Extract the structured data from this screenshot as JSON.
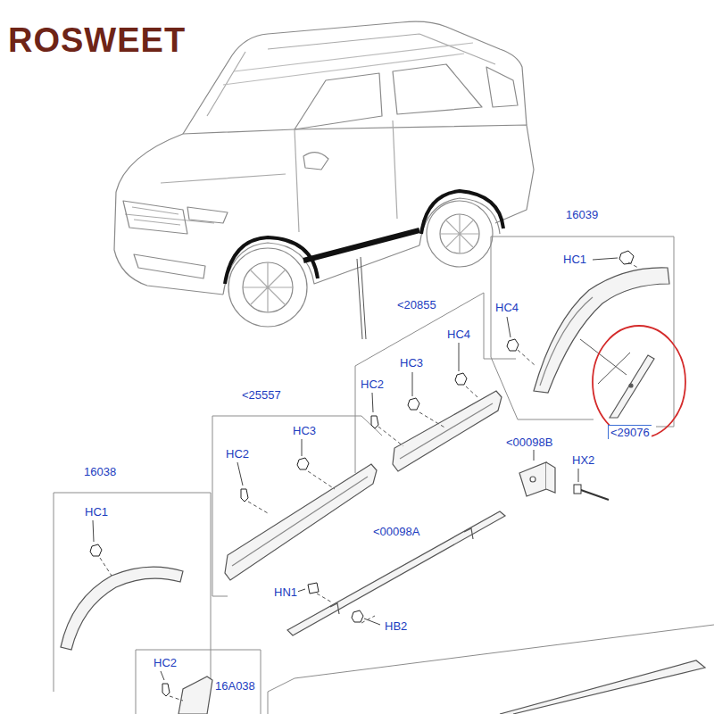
{
  "diagram": {
    "labels": [
      "ROSWEET",
      "16039",
      "HC1",
      "<20855",
      "HC4",
      "HC4",
      "HC3",
      "HC2",
      "<25557",
      "HC3",
      "HC2",
      "<29076",
      "<00098B",
      "HX2",
      "16038",
      "HC1",
      "<00098A",
      "HN1",
      "HB2",
      "HC2",
      "16A038"
    ]
  }
}
